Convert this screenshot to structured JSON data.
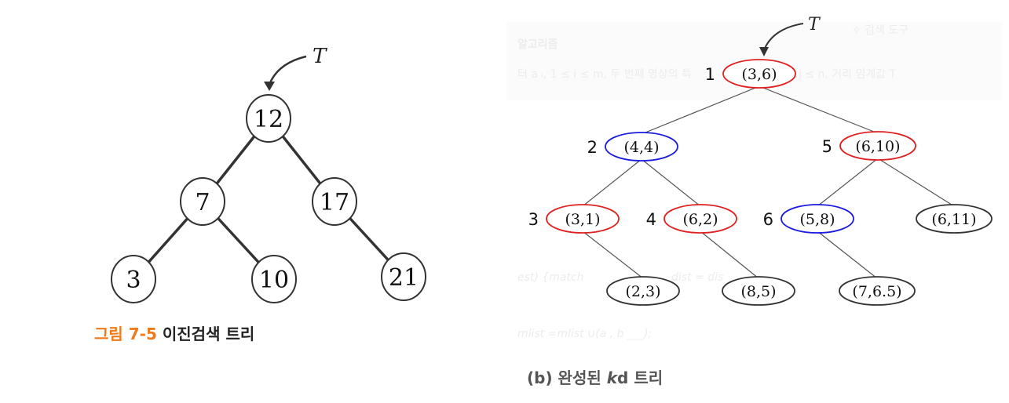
{
  "left": {
    "pointer_label": "T",
    "nodes": [
      {
        "id": "12",
        "label": "12"
      },
      {
        "id": "7",
        "label": "7"
      },
      {
        "id": "17",
        "label": "17"
      },
      {
        "id": "3",
        "label": "3"
      },
      {
        "id": "10",
        "label": "10"
      },
      {
        "id": "21",
        "label": "21"
      }
    ],
    "edges": [
      [
        "12",
        "7"
      ],
      [
        "12",
        "17"
      ],
      [
        "7",
        "3"
      ],
      [
        "7",
        "10"
      ],
      [
        "17",
        "21"
      ]
    ],
    "caption": {
      "figure": "그림 7-5",
      "title": "이진검색 트리"
    }
  },
  "right": {
    "pointer_label": "T",
    "nodes": [
      {
        "id": "n1",
        "label": "(3,6)",
        "order": "1",
        "color": "#e02020"
      },
      {
        "id": "n2",
        "label": "(4,4)",
        "order": "2",
        "color": "#1a1ae0"
      },
      {
        "id": "n5",
        "label": "(6,10)",
        "order": "5",
        "color": "#e02020"
      },
      {
        "id": "n3",
        "label": "(3,1)",
        "order": "3",
        "color": "#e02020"
      },
      {
        "id": "n4",
        "label": "(6,2)",
        "order": "4",
        "color": "#e02020"
      },
      {
        "id": "n6",
        "label": "(5,8)",
        "order": "6",
        "color": "#1a1ae0"
      },
      {
        "id": "n7",
        "label": "(6,11)",
        "order": "",
        "color": "#333333"
      },
      {
        "id": "n8",
        "label": "(2,3)",
        "order": "",
        "color": "#333333"
      },
      {
        "id": "n9",
        "label": "(8,5)",
        "order": "",
        "color": "#333333"
      },
      {
        "id": "n10",
        "label": "(7,6.5)",
        "order": "",
        "color": "#333333"
      }
    ],
    "edges": [
      [
        "n1",
        "n2"
      ],
      [
        "n1",
        "n5"
      ],
      [
        "n2",
        "n3"
      ],
      [
        "n2",
        "n4"
      ],
      [
        "n5",
        "n6"
      ],
      [
        "n5",
        "n7"
      ],
      [
        "n3",
        "n8"
      ],
      [
        "n4",
        "n9"
      ],
      [
        "n6",
        "n10"
      ]
    ],
    "caption": {
      "prefix": "(b) 완성된 ",
      "kd": "k",
      "suffix": "d 트리"
    },
    "background_text": {
      "tool": "✧ 검색 도구",
      "heading": "알고리즘",
      "line1": "터 a ᵢ, 1 ≤ i ≤ m, 두 번째 영상의 특",
      "line1b": "j ≤ n, 거리 임계값 T",
      "line2": "est) {match",
      "line2b": "dist = dis",
      "line3": "mlist =mlist ∪(a , b ___);"
    }
  }
}
